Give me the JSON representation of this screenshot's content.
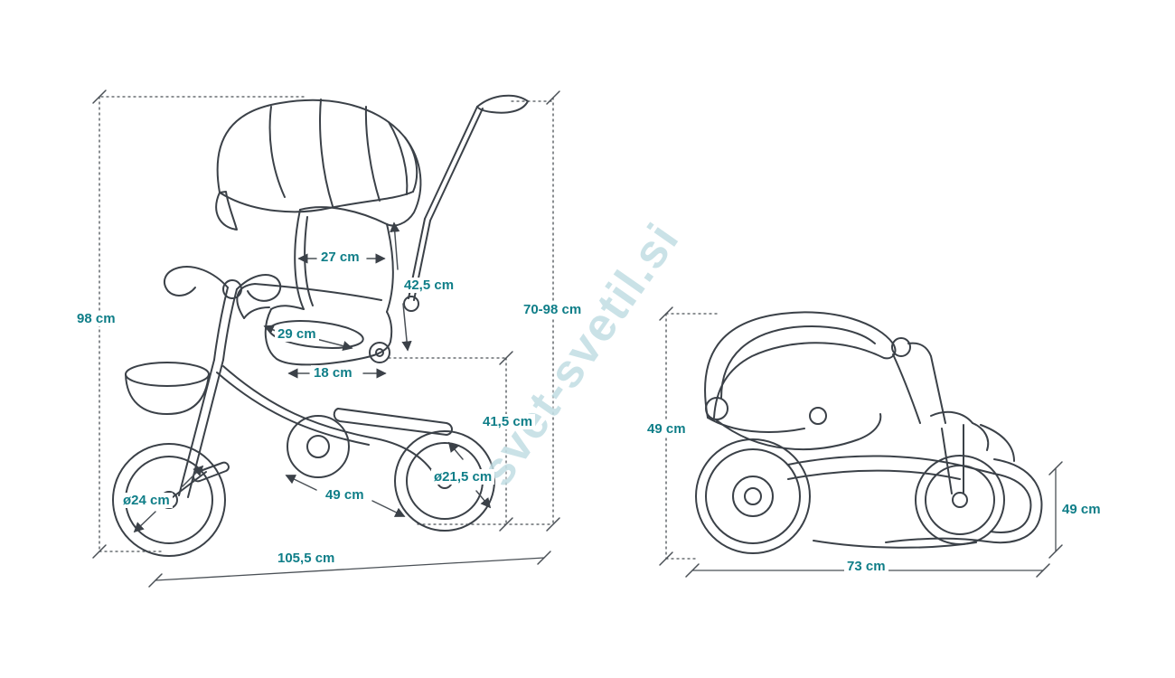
{
  "watermark": {
    "text": "svet-svetil.si"
  },
  "colors": {
    "line": "#3b4148",
    "dimension_text": "#0f7e88",
    "watermark": "#a9d1d9"
  },
  "open_view": {
    "labels": {
      "total_height": "98 cm",
      "push_handle_height": "70-98 cm",
      "seat_back_width": "27 cm",
      "backrest_length": "42,5 cm",
      "seat_opening_width": "29 cm",
      "seat_depth": "18 cm",
      "seat_height": "41,5 cm",
      "rear_wheelbase": "49 cm",
      "front_wheel_diameter": "ø24 cm",
      "rear_wheel_diameter": "ø21,5 cm",
      "total_length": "105,5 cm"
    }
  },
  "folded_view": {
    "labels": {
      "folded_height": "49 cm",
      "folded_length": "73 cm",
      "folded_width": "49 cm"
    }
  }
}
